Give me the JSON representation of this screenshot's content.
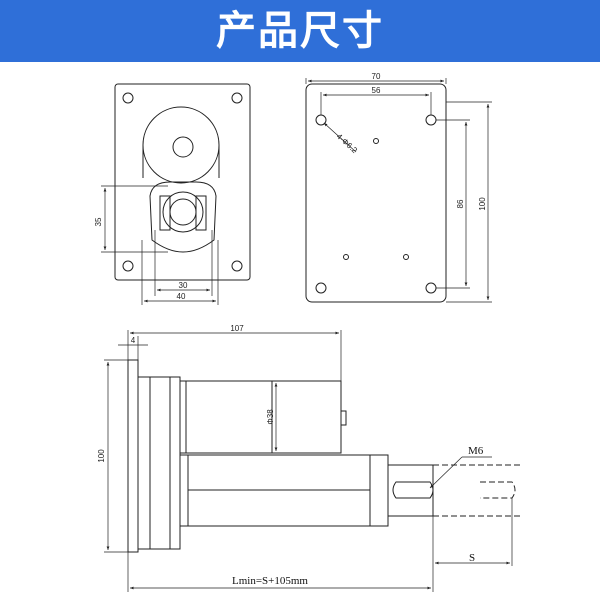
{
  "header": {
    "title": "产品尺寸",
    "bg_color": "#2f6fd8",
    "text_color": "#ffffff"
  },
  "front_view": {
    "dim_height": "35",
    "dim_width_inner": "30",
    "dim_width_outer": "40"
  },
  "top_view": {
    "dim_width_total": "70",
    "dim_hole_spacing_x": "56",
    "dim_hole_spacing_y": "86",
    "dim_height_total": "100",
    "hole_note": "4-Φ6.2"
  },
  "side_view": {
    "dim_length": "107",
    "dim_flange": "4",
    "dim_height": "100",
    "dim_diameter": "Φ38",
    "thread_label": "M6",
    "stroke_label": "S",
    "length_formula": "Lmin=S+105mm"
  }
}
